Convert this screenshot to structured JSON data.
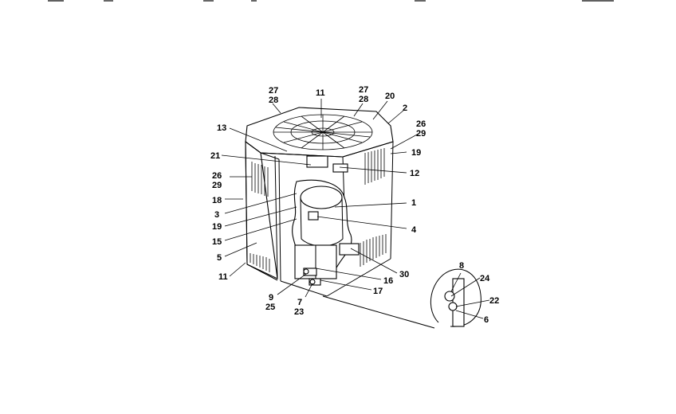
{
  "diagram": {
    "callouts": {
      "c27_left": "27",
      "c28_left": "28",
      "c11_top": "11",
      "c27_right": "27",
      "c28_right": "28",
      "c20": "20",
      "c2": "2",
      "c26_right": "26",
      "c29_right": "29",
      "c13": "13",
      "c19_right": "19",
      "c21": "21",
      "c12": "12",
      "c26_left": "26",
      "c29_left": "29",
      "c18": "18",
      "c1": "1",
      "c3": "3",
      "c19_left": "19",
      "c4": "4",
      "c15": "15",
      "c5": "5",
      "c30": "30",
      "c11_bottom": "11",
      "c16": "16",
      "c17": "17",
      "c9": "9",
      "c25": "25",
      "c7": "7",
      "c23": "23",
      "c8": "8",
      "c24": "24",
      "c22": "22",
      "c6": "6"
    }
  }
}
